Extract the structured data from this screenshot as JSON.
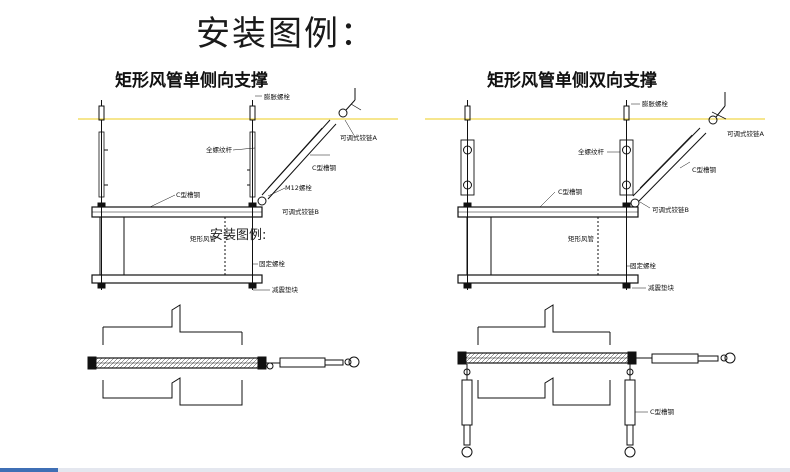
{
  "title": "安装图例：",
  "left_panel": {
    "title": "矩形风管单侧向支撑",
    "labels": {
      "anchor_bolt": "膨胀螺栓",
      "threaded_rod": "全螺纹杆",
      "c_channel": "C型槽钢",
      "swivel_hinge_a": "可调式铰链A",
      "m12_bolt": "M12螺栓",
      "swivel_hinge_b": "可调式铰链B",
      "c_steel_top": "C型槽钢",
      "rect_duct": "矩形风管",
      "fix_bolt": "固定螺栓",
      "pad": "减震垫块",
      "overlay_title": "安装图例:"
    }
  },
  "right_panel": {
    "title": "矩形风管单侧双向支撑",
    "labels": {
      "anchor_bolt": "膨胀螺栓",
      "threaded_rod": "全螺纹杆",
      "swivel_hinge_a": "可调式铰链A",
      "c_channel": "C型槽钢",
      "c_steel_top": "C型槽钢",
      "swivel_hinge_b": "可调式铰链B",
      "rect_duct": "矩形风管",
      "fix_bolt": "固定螺栓",
      "pad": "减震垫块",
      "c_channel_plan": "C型槽钢"
    }
  },
  "colors": {
    "ceiling_line": "#f0d84a",
    "ink": "#111111",
    "accent_bar": "#3f6fb5"
  }
}
